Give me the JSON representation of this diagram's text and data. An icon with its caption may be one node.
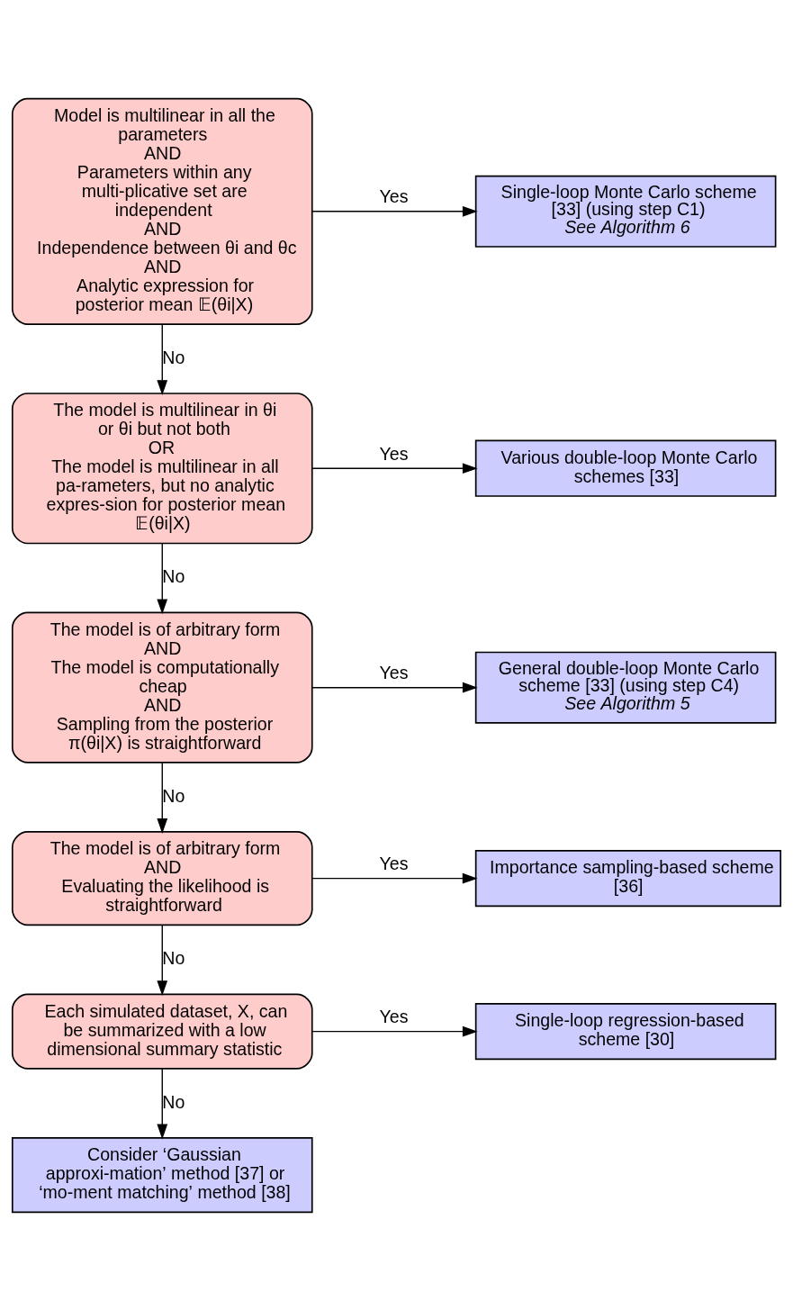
{
  "diagram": {
    "nodes": [
      {
        "text": [
          "Model is multilinear in all the parameters",
          "AND",
          "Parameters within any multi-plicative set are independent",
          "AND",
          "Independence between θi and θc",
          "AND",
          "Analytic expression for posterior mean 𝔼(θi|X)"
        ]
      },
      {
        "text": [
          "Single-loop Monte Carlo scheme [33] (using step C1)",
          "*See Algorithm 6*"
        ]
      },
      {
        "text": [
          "The model is multilinear in θi or θi but not both",
          "OR",
          "The model is multilinear in all pa-rameters, but no analytic expres-sion for posterior mean 𝔼(θi|X)"
        ]
      },
      {
        "text": [
          "Various double-loop Monte Carlo schemes [33]"
        ]
      },
      {
        "text": [
          "The model is of arbitrary form",
          "AND",
          "The model is computationally cheap",
          "AND",
          "Sampling from the posterior π(θi|X) is straightforward"
        ]
      },
      {
        "text": [
          "General double-loop Monte Carlo scheme [33] (using step C4)",
          "*See Algorithm 5*"
        ]
      },
      {
        "text": [
          "The model is of arbitrary form",
          "AND",
          "Evaluating the likelihood is straightforward"
        ]
      },
      {
        "text": [
          "Importance sampling-based scheme [36]"
        ]
      },
      {
        "text": [
          "Each simulated dataset, X, can be summarized with a low dimensional summary statistic"
        ]
      },
      {
        "text": [
          "Single-loop regression-based scheme [30]"
        ]
      },
      {
        "text": [
          "Consider ‘Gaussian approxi-mation’ method [37] or ‘mo-ment matching’ method [38]"
        ]
      }
    ],
    "edges": [
      {
        "from": 0,
        "to": 1,
        "arrow": "to",
        "label": "Yes"
      },
      {
        "from": 0,
        "to": 2,
        "arrow": "to",
        "label": "No"
      },
      {
        "from": 2,
        "to": 3,
        "arrow": "to",
        "label": "Yes"
      },
      {
        "from": 2,
        "to": 4,
        "arrow": "to",
        "label": "No"
      },
      {
        "from": 4,
        "to": 5,
        "arrow": "to",
        "label": "Yes"
      },
      {
        "from": 4,
        "to": 6,
        "arrow": "to",
        "label": "No"
      },
      {
        "from": 6,
        "to": 7,
        "arrow": "to",
        "label": "Yes"
      },
      {
        "from": 6,
        "to": 8,
        "arrow": "to",
        "label": "No"
      },
      {
        "from": 8,
        "to": 9,
        "arrow": "to",
        "label": "Yes"
      },
      {
        "from": 8,
        "to": 10,
        "arrow": "to",
        "label": "No"
      }
    ]
  }
}
